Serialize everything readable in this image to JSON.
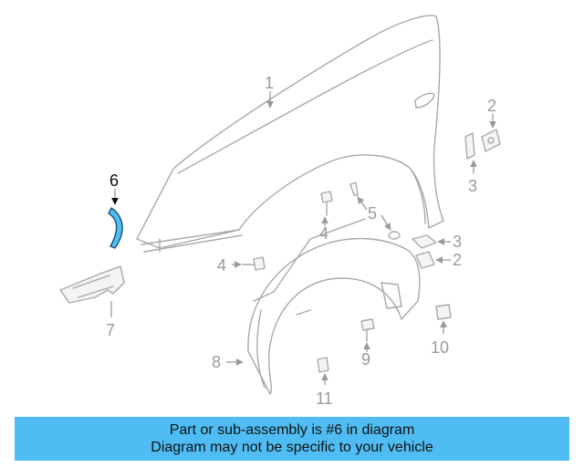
{
  "diagram": {
    "highlight_color": "#4fbdf3",
    "callouts": [
      "1",
      "2",
      "2",
      "3",
      "3",
      "4",
      "4",
      "5",
      "6",
      "7",
      "8",
      "9",
      "10",
      "11"
    ],
    "highlighted_part": "6"
  },
  "banner": {
    "line1": "Part or sub-assembly is #6 in diagram",
    "line2": "Diagram may not be specific to your vehicle",
    "color": "#4fbdf3"
  }
}
